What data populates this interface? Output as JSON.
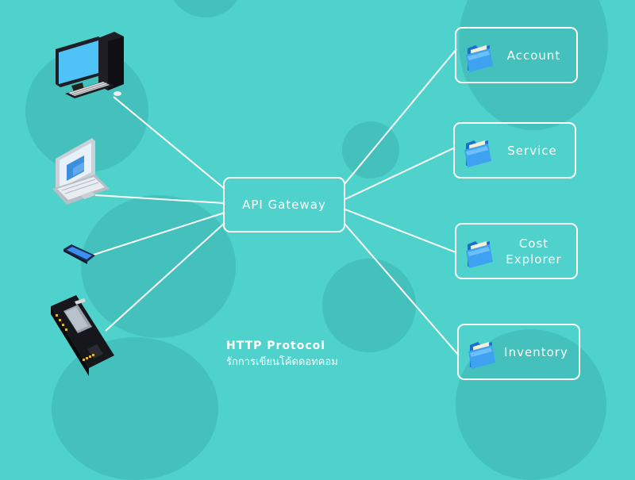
{
  "gateway": {
    "label": "API Gateway"
  },
  "services": {
    "account": "Account",
    "service": "Service",
    "cost_line1": "Cost",
    "cost_line2": "Explorer",
    "inventory": "Inventory"
  },
  "caption": {
    "title": "HTTP Protocol",
    "subtitle": "รักการเขียนโค้ดดอทคอม"
  },
  "clients": [
    "desktop-computer-icon",
    "laptop-icon",
    "smartphone-icon",
    "microcontroller-board-icon"
  ],
  "colors": {
    "background": "#4fd1cc",
    "line": "#ffffff",
    "folder_back": "#1a6fd1",
    "folder_front": "#3ea2f0",
    "paper": "#f4f0d8"
  }
}
